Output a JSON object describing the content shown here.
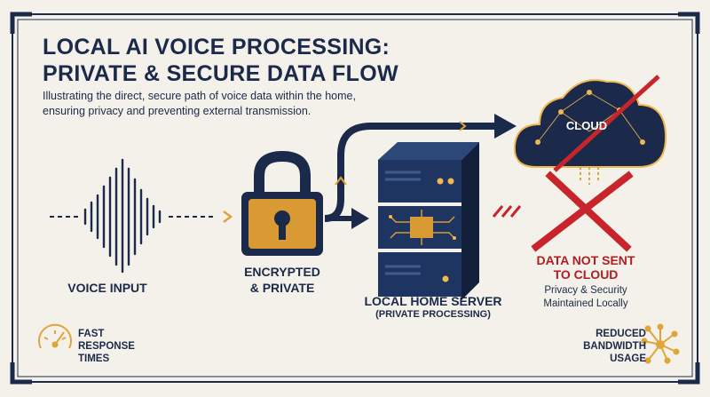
{
  "title_line1": "LOCAL AI VOICE PROCESSING:",
  "title_line2": "PRIVATE & SECURE DATA FLOW",
  "subtitle": "Illustrating the direct, secure path of voice data within the home, ensuring privacy and preventing external transmission.",
  "nodes": {
    "voice": "VOICE INPUT",
    "lock_line1": "ENCRYPTED",
    "lock_line2": "& PRIVATE",
    "server": "LOCAL HOME SERVER",
    "server_sub": "(PRIVATE PROCESSING)",
    "cloud": "CLOUD"
  },
  "warning": {
    "line1": "DATA NOT SENT",
    "line2": "TO CLOUD",
    "sub_line1": "Privacy & Security",
    "sub_line2": "Maintained Locally"
  },
  "features": {
    "left": "FAST\nRESPONSE\nTIMES",
    "right": "REDUCED\nBANDWIDTH\nUSAGE"
  },
  "colors": {
    "navy": "#1b2a4a",
    "gold": "#e0a43a",
    "red": "#c8242b",
    "background": "#f4f1ea"
  },
  "icons": [
    "sound-wave-icon",
    "padlock-icon",
    "server-icon",
    "cloud-icon",
    "cross-icon",
    "speed-icon",
    "network-icon"
  ]
}
